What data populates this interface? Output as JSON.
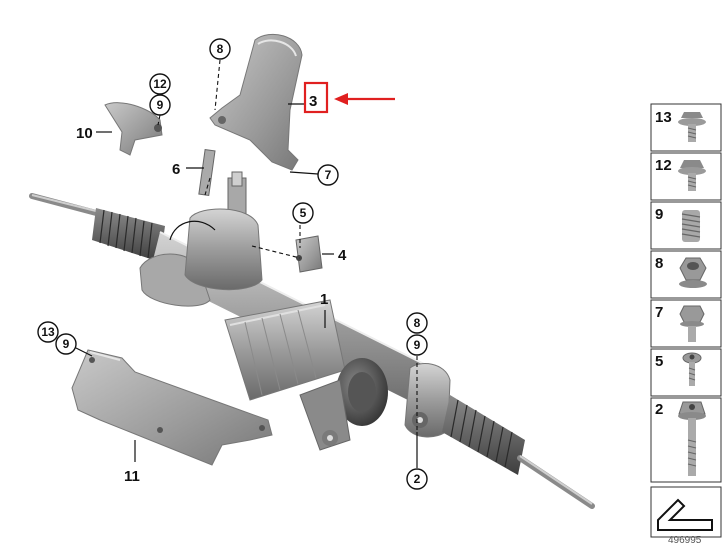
{
  "colors": {
    "metal_dark": "#6e6e6e",
    "metal_mid": "#9a9a9a",
    "metal_light": "#c8c8c8",
    "highlight_red": "#e02020"
  },
  "callouts": {
    "c1": "1",
    "c2": "2",
    "c3": "3",
    "c4": "4",
    "c5": "5",
    "c6": "6",
    "c7": "7",
    "c8_top": "8",
    "c8_right": "8",
    "c9_top": "9",
    "c9_left": "9",
    "c9_right": "9",
    "c10": "10",
    "c11": "11",
    "c12": "12",
    "c13": "13"
  },
  "legend": [
    {
      "num": "13",
      "icon": "bolt-flange-icon"
    },
    {
      "num": "12",
      "icon": "bolt-hex-icon"
    },
    {
      "num": "9",
      "icon": "threaded-insert-icon"
    },
    {
      "num": "8",
      "icon": "hex-nut-icon"
    },
    {
      "num": "7",
      "icon": "hex-bolt-icon"
    },
    {
      "num": "5",
      "icon": "torx-screw-icon"
    },
    {
      "num": "2",
      "icon": "torx-bolt-icon"
    }
  ],
  "footer_code": "496995"
}
